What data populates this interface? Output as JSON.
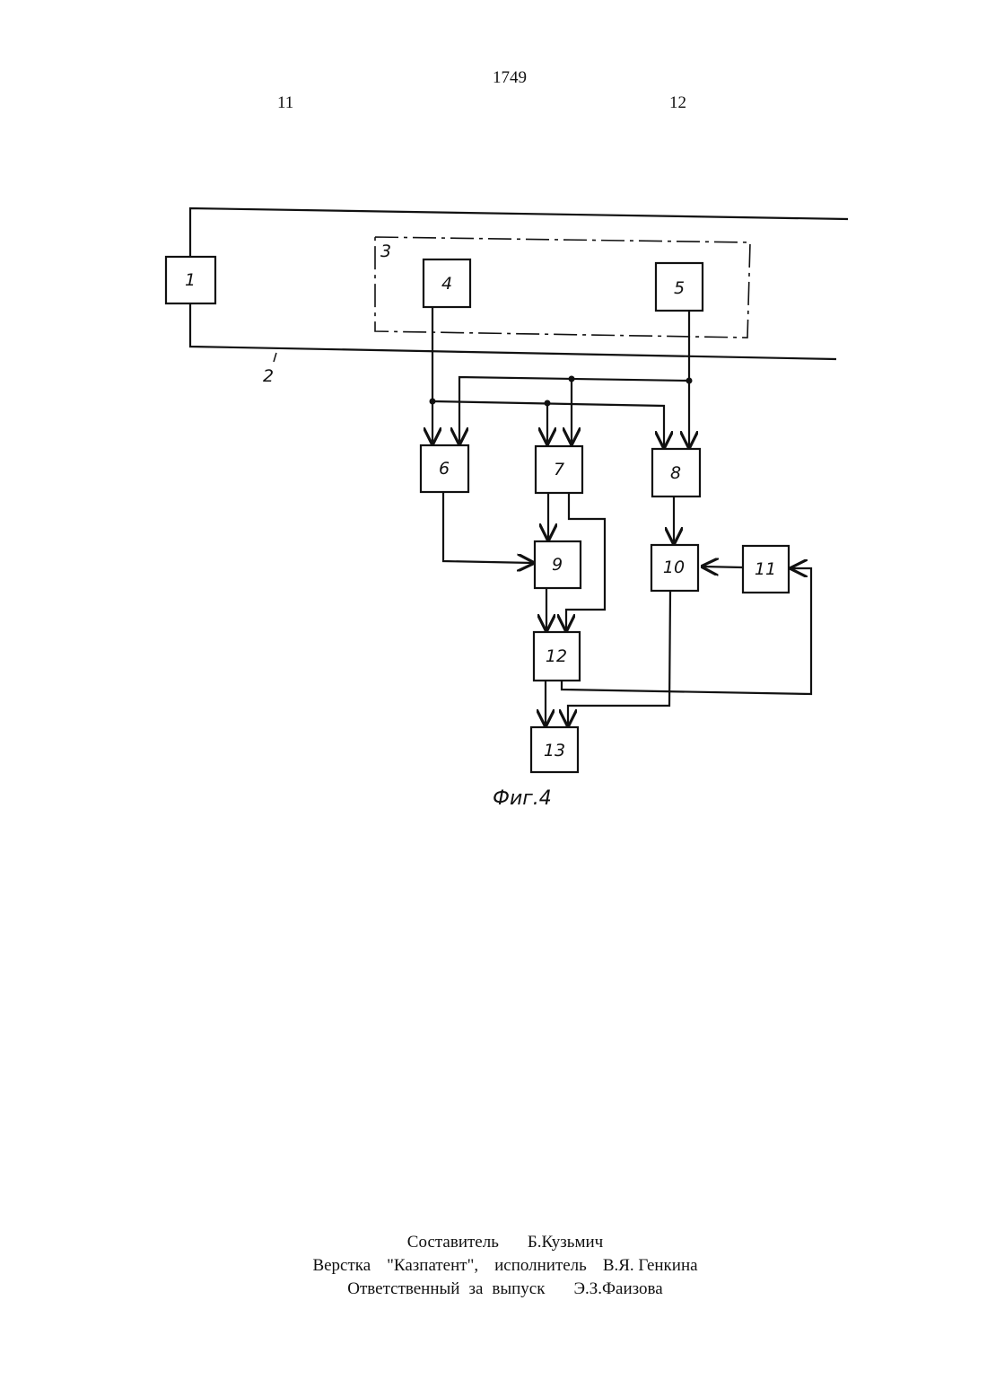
{
  "header": {
    "page_number": "1749",
    "col_left": "11",
    "col_right": "12"
  },
  "figure": {
    "blocks": [
      "1",
      "4",
      "5",
      "6",
      "7",
      "8",
      "9",
      "10",
      "11",
      "12",
      "13"
    ],
    "label_2": "2",
    "label_3": "3",
    "caption": "Фиг.4"
  },
  "credits": {
    "compiler_label": "Составитель",
    "compiler_name": "Б.Кузьмич",
    "layout_label": "Верстка",
    "layout_org": "\"Казпатент\",",
    "executor_label": "исполнитель",
    "executor_name": "В.Я. Генкина",
    "resp_w1": "Ответственный",
    "resp_w2": "за",
    "resp_w3": "выпуск",
    "resp_name": "Э.З.Фаизова"
  }
}
